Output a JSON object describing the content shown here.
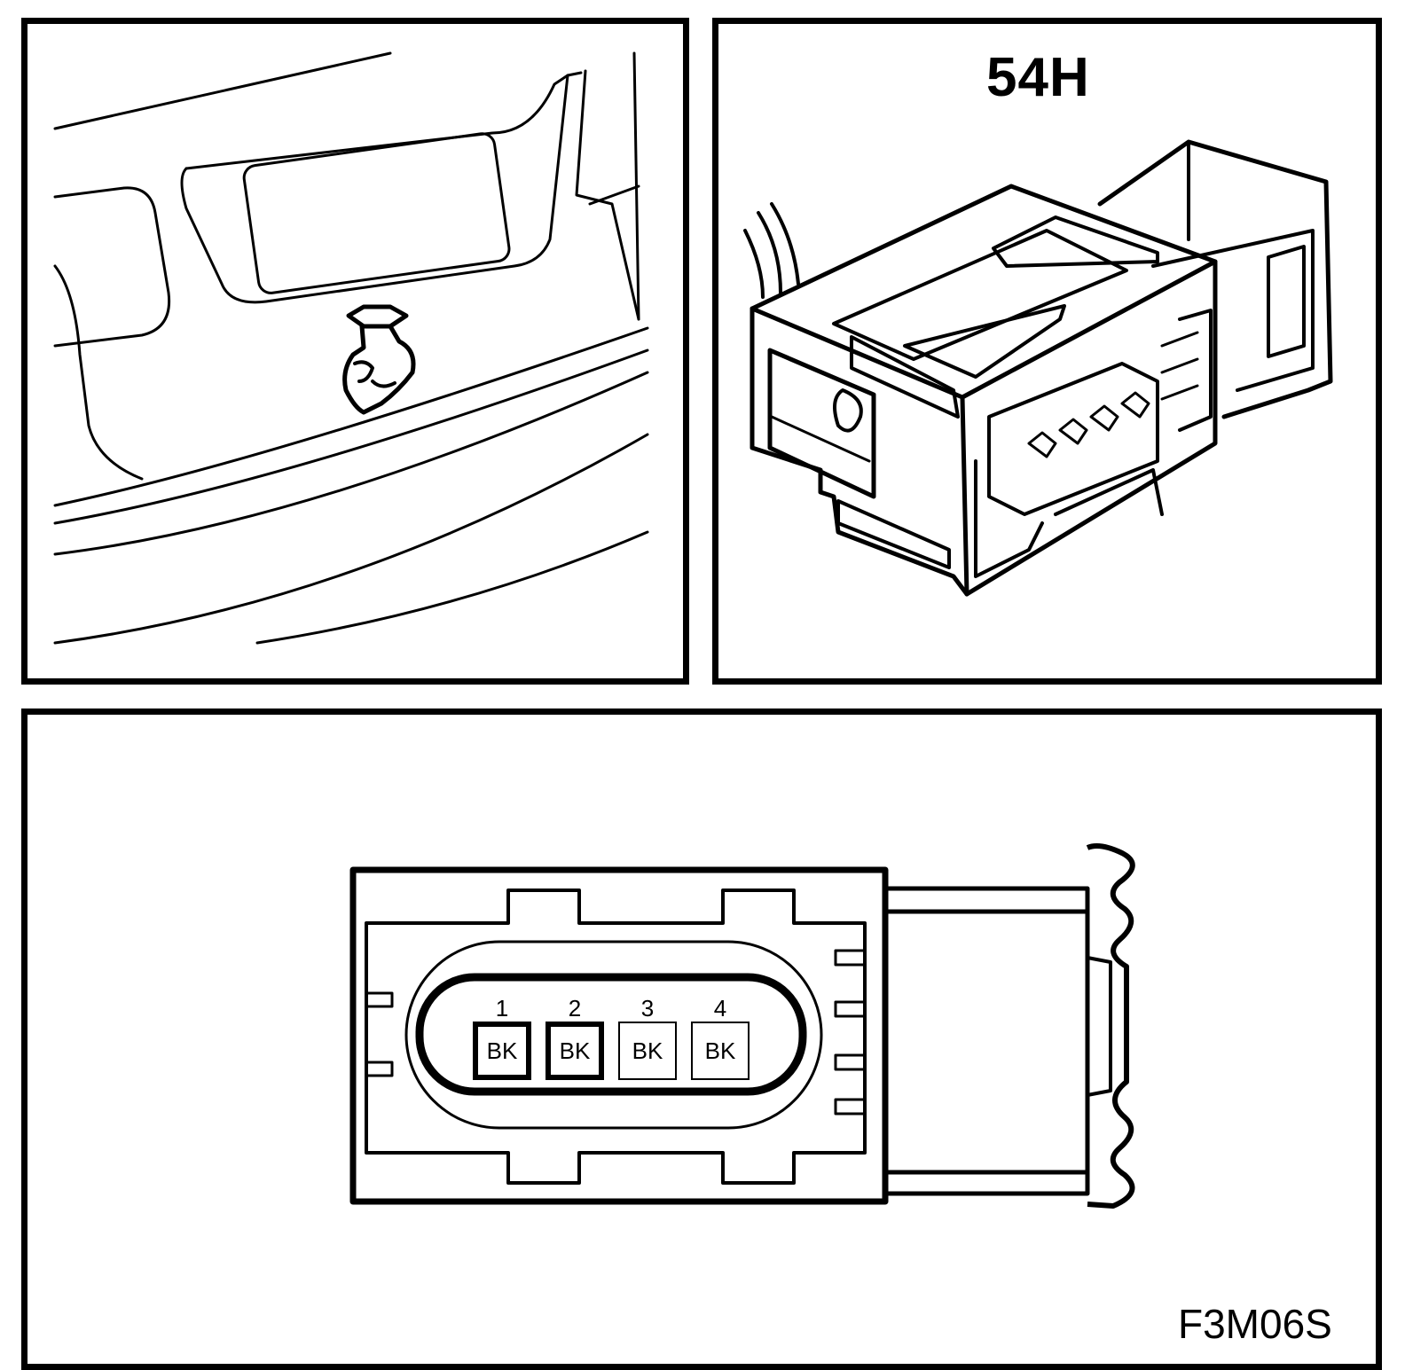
{
  "connector_id": "54H",
  "figure_id": "F3M06S",
  "pins": [
    {
      "number": "1",
      "color_code": "BK",
      "populated": true
    },
    {
      "number": "2",
      "color_code": "BK",
      "populated": true
    },
    {
      "number": "3",
      "color_code": "BK",
      "populated": false
    },
    {
      "number": "4",
      "color_code": "BK",
      "populated": false
    }
  ],
  "colors": {
    "ink": "#000000",
    "paper": "#ffffff"
  }
}
